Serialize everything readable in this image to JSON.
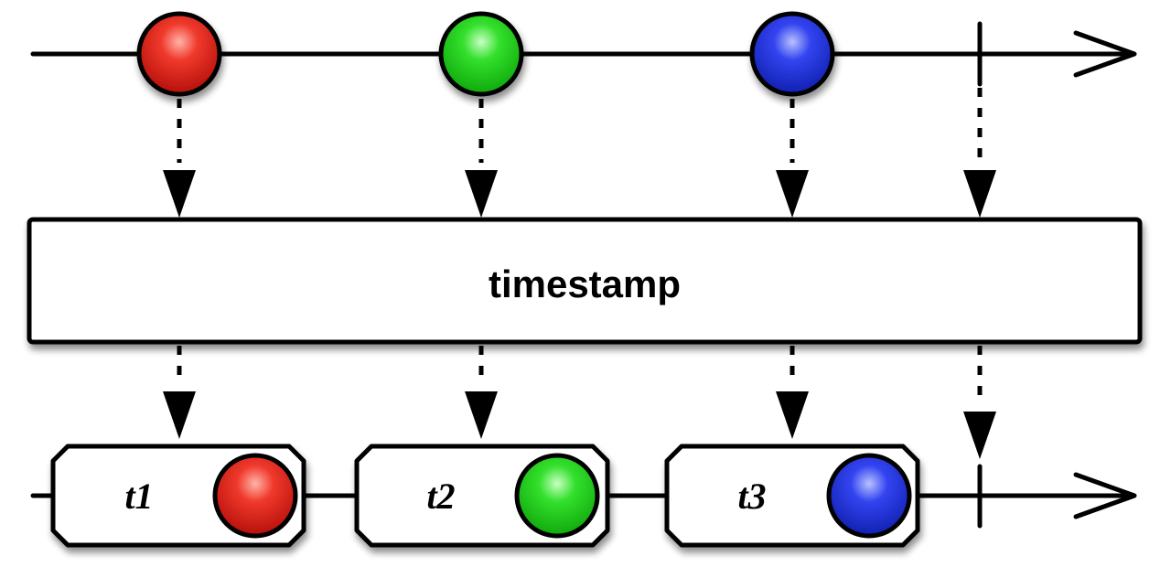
{
  "operator": {
    "label": "timestamp"
  },
  "input_events": [
    {
      "color": "red"
    },
    {
      "color": "green"
    },
    {
      "color": "blue"
    }
  ],
  "output_items": [
    {
      "label": "t1",
      "color": "red"
    },
    {
      "label": "t2",
      "color": "green"
    },
    {
      "label": "t3",
      "color": "blue"
    }
  ],
  "completion": true,
  "colors": {
    "red": "#e8231b",
    "green": "#22d41c",
    "blue": "#2436e8",
    "line": "#000000",
    "box_fill": "#ffffff"
  }
}
